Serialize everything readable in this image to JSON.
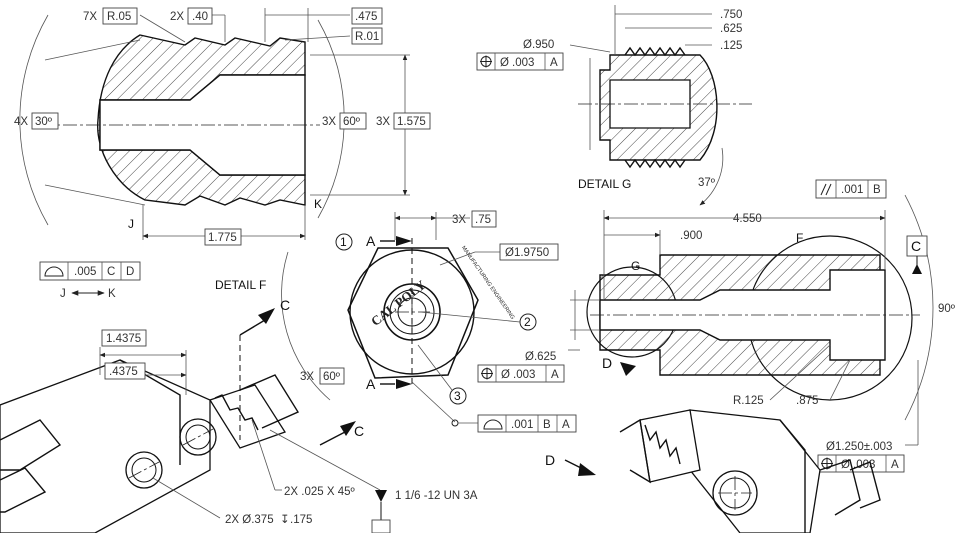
{
  "detail_f": {
    "label": "DETAIL F",
    "dims": {
      "radius_count": "7X",
      "radius_val": "R.05",
      "spacing_count": "2X",
      "spacing_val": ".40",
      "top_len": ".475",
      "small_r": "R.01",
      "angle_left_count": "4X",
      "angle_left_val": "30º",
      "angle_right_count": "3X",
      "angle_right_val": "60º",
      "height_count": "3X",
      "height_val": "1.575",
      "width_val": "1.775",
      "letter_j": "J",
      "letter_k": "K"
    },
    "profile_fcf": {
      "tol": ".005",
      "datum1": "C",
      "datum2": "D"
    },
    "between": {
      "from": "J",
      "to": "K"
    }
  },
  "detail_g": {
    "label": "DETAIL G",
    "dims": {
      "d750": ".750",
      "d625": ".625",
      "d125": ".125",
      "dia": "Ø.950",
      "angle": "37º"
    },
    "fcf": {
      "tol": ".003",
      "datum": "A"
    }
  },
  "end_view": {
    "logo_text": "CAL POLY",
    "stamp_text": "MANUFACTURING ENGINEERING",
    "balloons": [
      "1",
      "2",
      "3"
    ],
    "section_letter": "A",
    "hole_count": "3X",
    "hole_val": ".75",
    "bolt_circle": "Ø1.9750",
    "angle_count": "3X",
    "angle_val": "60º",
    "fcf": {
      "tol": ".001",
      "datum1": "B",
      "datum2": "A"
    }
  },
  "section_view": {
    "parallel_fcf": {
      "tol": ".001",
      "datum": "B"
    },
    "datum_c": "C",
    "len_total": "4.550",
    "len_900": ".900",
    "label_f": "F",
    "label_g": "G",
    "angle": "90º",
    "dia_625": "Ø.625",
    "fcf_625": {
      "tol": ".003",
      "datum": "A"
    },
    "r125": "R.125",
    "d875": ".875",
    "dia_1250": "Ø1.250±.003",
    "fcf_1250": {
      "tol": ".003",
      "datum": "A"
    },
    "label_d": "D"
  },
  "iso_left": {
    "d14375": "1.4375",
    "d4375": ".4375",
    "chamfer": "2X .025 X 45º",
    "holes": "2X Ø.375",
    "hole_depth": ".175",
    "thread": "1 1/6 -12 UN 3A",
    "label_c": "C"
  },
  "iso_right": {
    "label_d": "D"
  }
}
